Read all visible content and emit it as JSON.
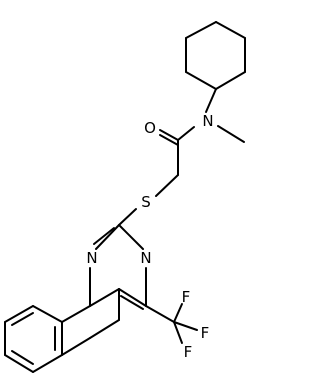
{
  "molecule": {
    "atoms": {
      "n_amide": "N",
      "o_carbonyl": "O",
      "s_thioether": "S",
      "n_pyrimidine_left": "N",
      "n_pyrimidine_right": "N",
      "f_top": "F",
      "f_right": "F",
      "f_bottom": "F"
    }
  },
  "colors": {
    "bond": "#000000",
    "text": "#000000",
    "background": "#ffffff"
  }
}
